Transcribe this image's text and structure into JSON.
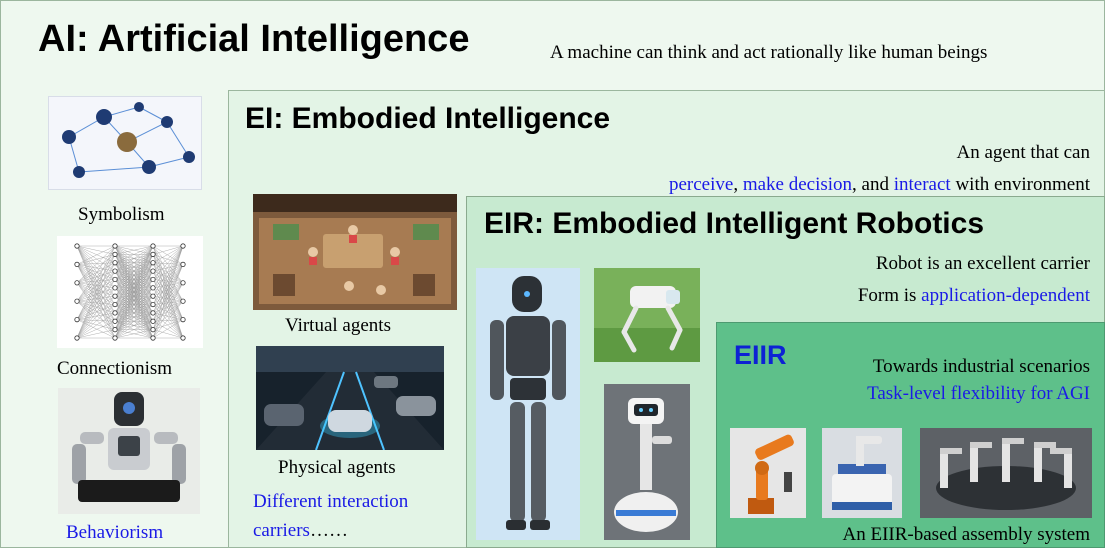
{
  "ai": {
    "title": "AI: Artificial Intelligence",
    "description": "A machine can think and act rationally like human beings",
    "paradigms": {
      "symbolism": "Symbolism",
      "connectionism": "Connectionism",
      "behaviorism": "Behaviorism"
    }
  },
  "ei": {
    "title": "EI: Embodied Intelligence",
    "desc_line1": "An agent that can",
    "desc_perceive": "perceive",
    "desc_sep1": ", ",
    "desc_decide": "make decision",
    "desc_sep2": ", and ",
    "desc_interact": "interact",
    "desc_tail": " with environment",
    "virtual_label": "Virtual agents",
    "physical_label": "Physical agents",
    "carriers_line1": "Different interaction",
    "carriers_line2_blue": "carriers",
    "carriers_line2_dots": "……"
  },
  "eir": {
    "title": "EIR: Embodied Intelligent Robotics",
    "desc_line1": "Robot is an excellent carrier",
    "desc_line2_prefix": "Form is ",
    "desc_line2_blue": "application-dependent"
  },
  "eiir": {
    "title": "EIIR",
    "desc_line1": "Towards industrial scenarios",
    "desc_line2": "Task-level flexibility for AGI",
    "caption": "An EIIR-based assembly system"
  },
  "colors": {
    "ai_bg": "#eef8ef",
    "ei_bg": "#e3f4e6",
    "eir_bg": "#c7ead0",
    "eiir_bg": "#5ec08a",
    "accent_blue": "#1a1ae6"
  }
}
